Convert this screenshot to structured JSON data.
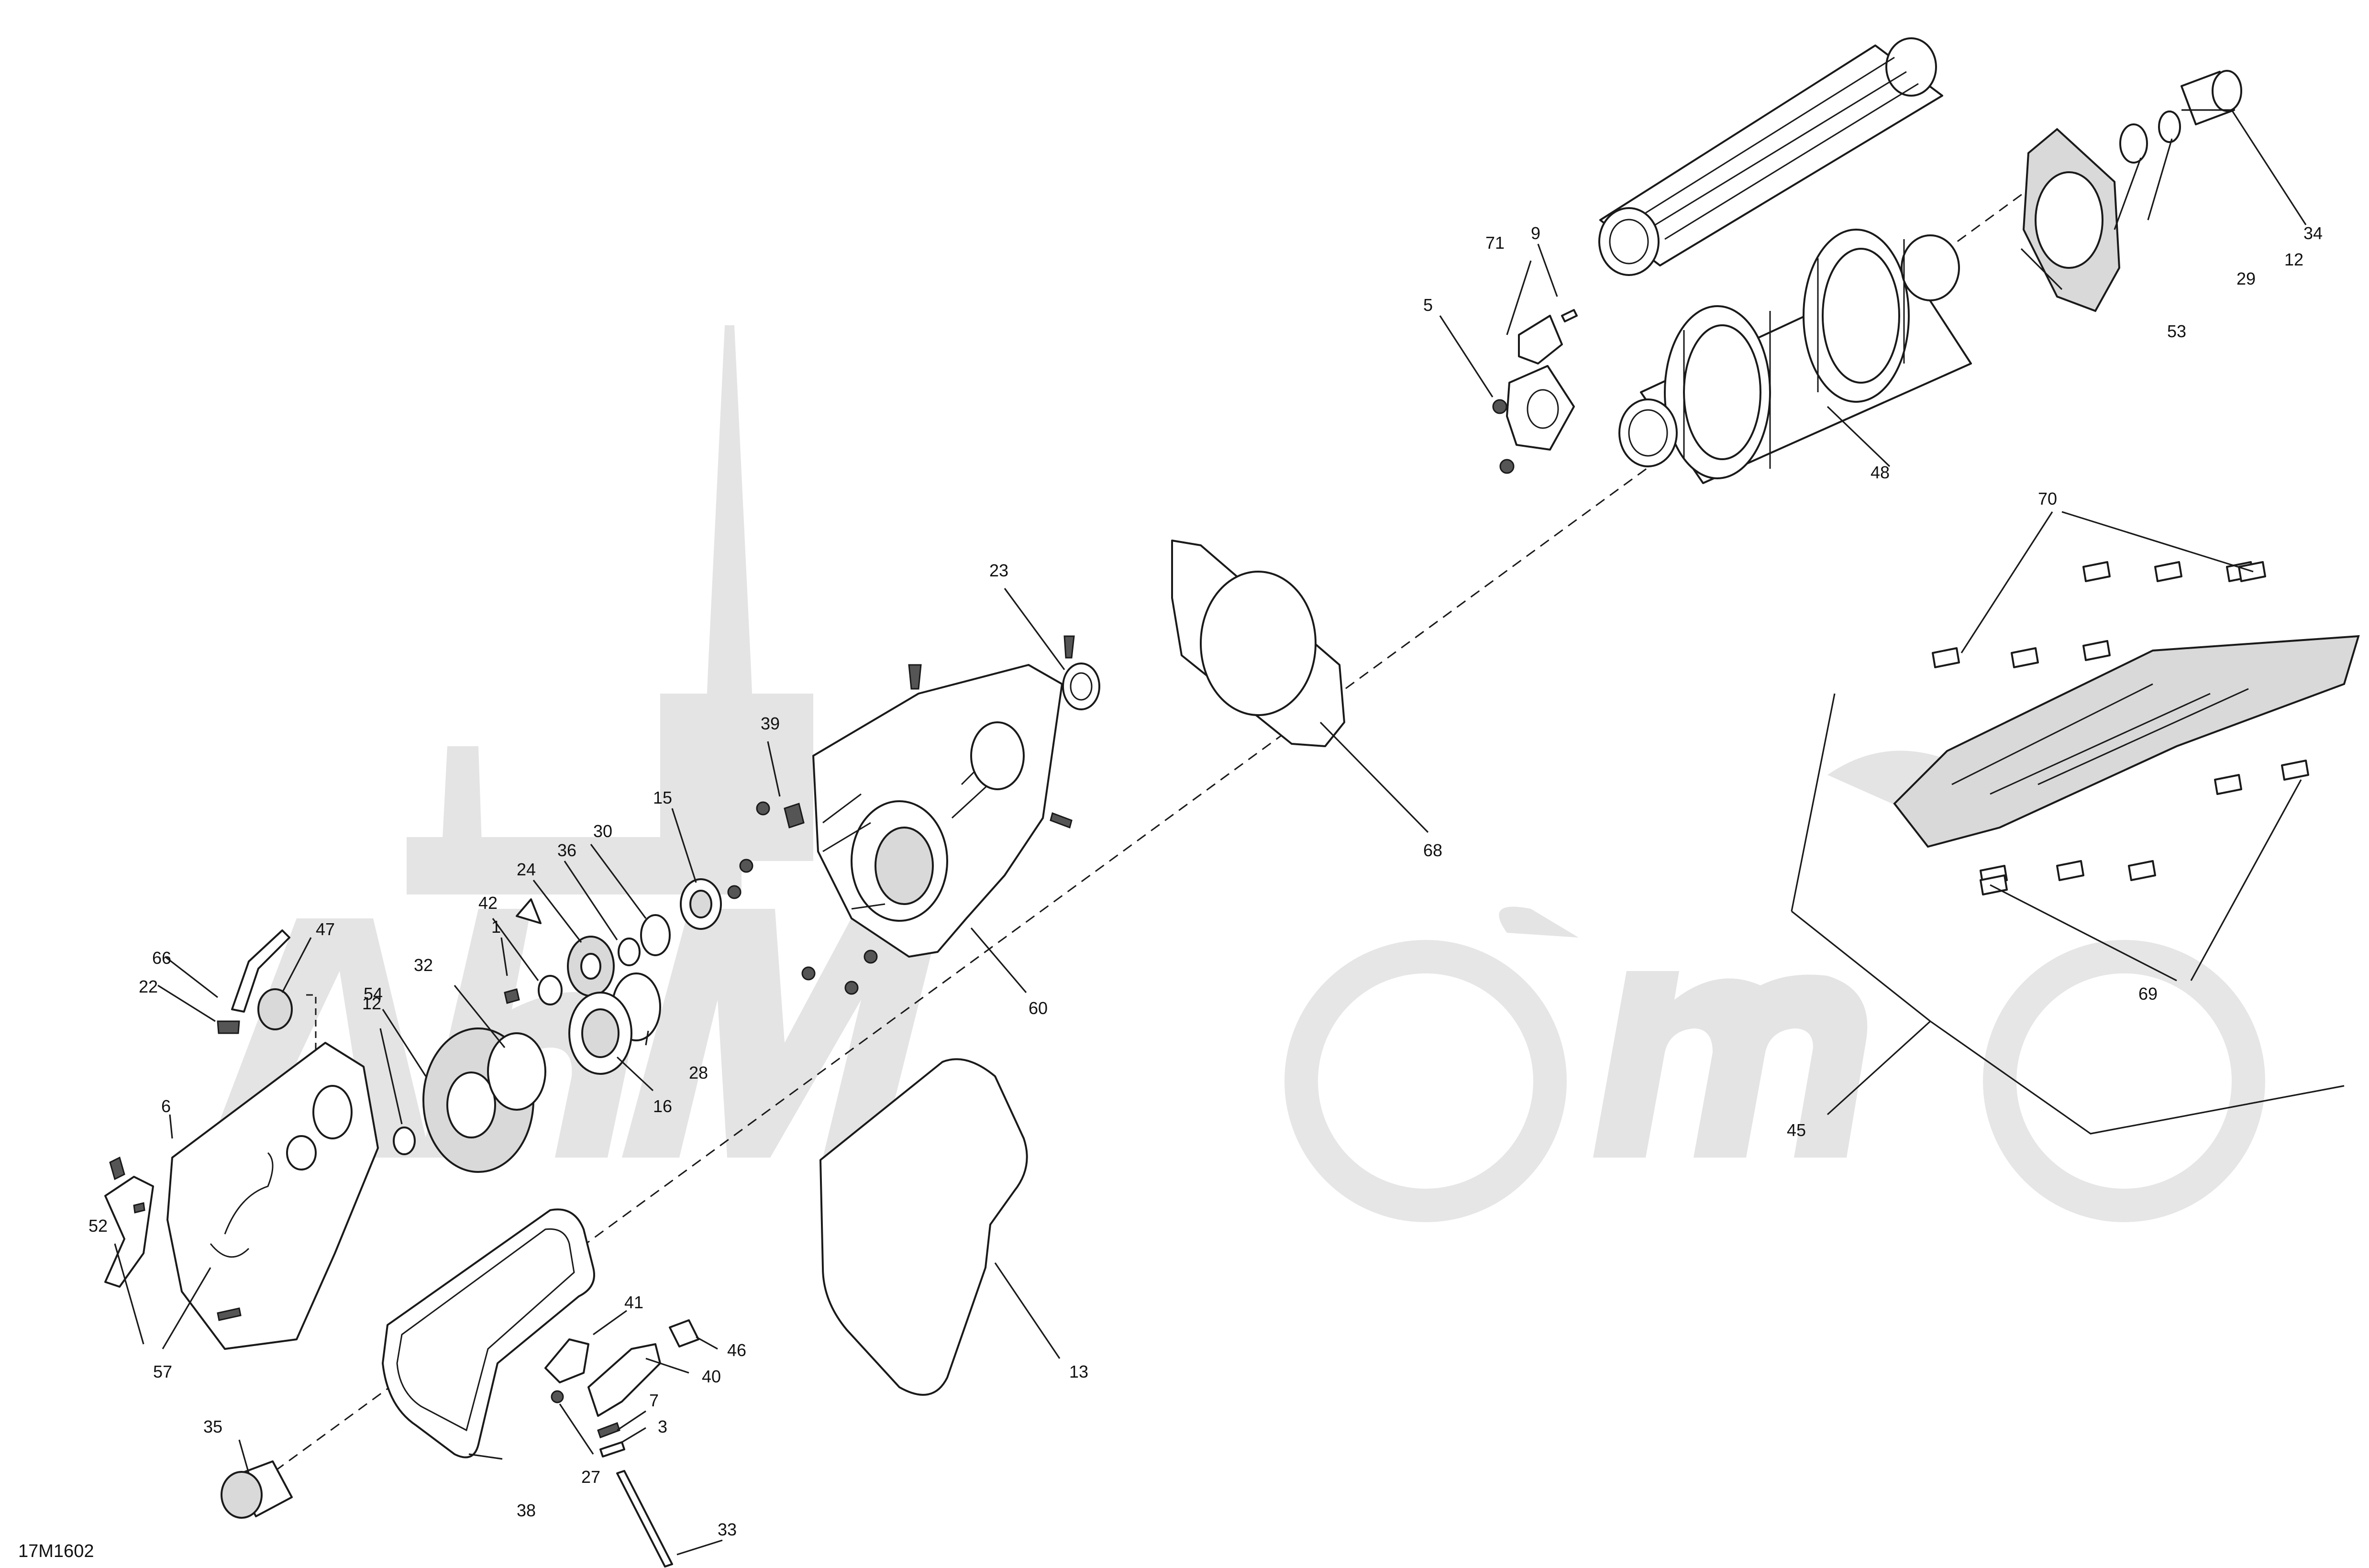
{
  "diagram": {
    "drawing_code": "17M1602",
    "callouts": [
      "1",
      "3",
      "5",
      "6",
      "7",
      "9",
      "12",
      "12",
      "13",
      "15",
      "16",
      "22",
      "23",
      "24",
      "27",
      "28",
      "29",
      "30",
      "32",
      "33",
      "34",
      "35",
      "36",
      "38",
      "39",
      "40",
      "41",
      "42",
      "45",
      "46",
      "47",
      "48",
      "52",
      "53",
      "54",
      "57",
      "60",
      "66",
      "68",
      "69",
      "69",
      "70",
      "70",
      "71"
    ]
  },
  "colors": {
    "line": "#1a1a1a",
    "watermark": "#e4e4e4",
    "background": "#ffffff"
  }
}
